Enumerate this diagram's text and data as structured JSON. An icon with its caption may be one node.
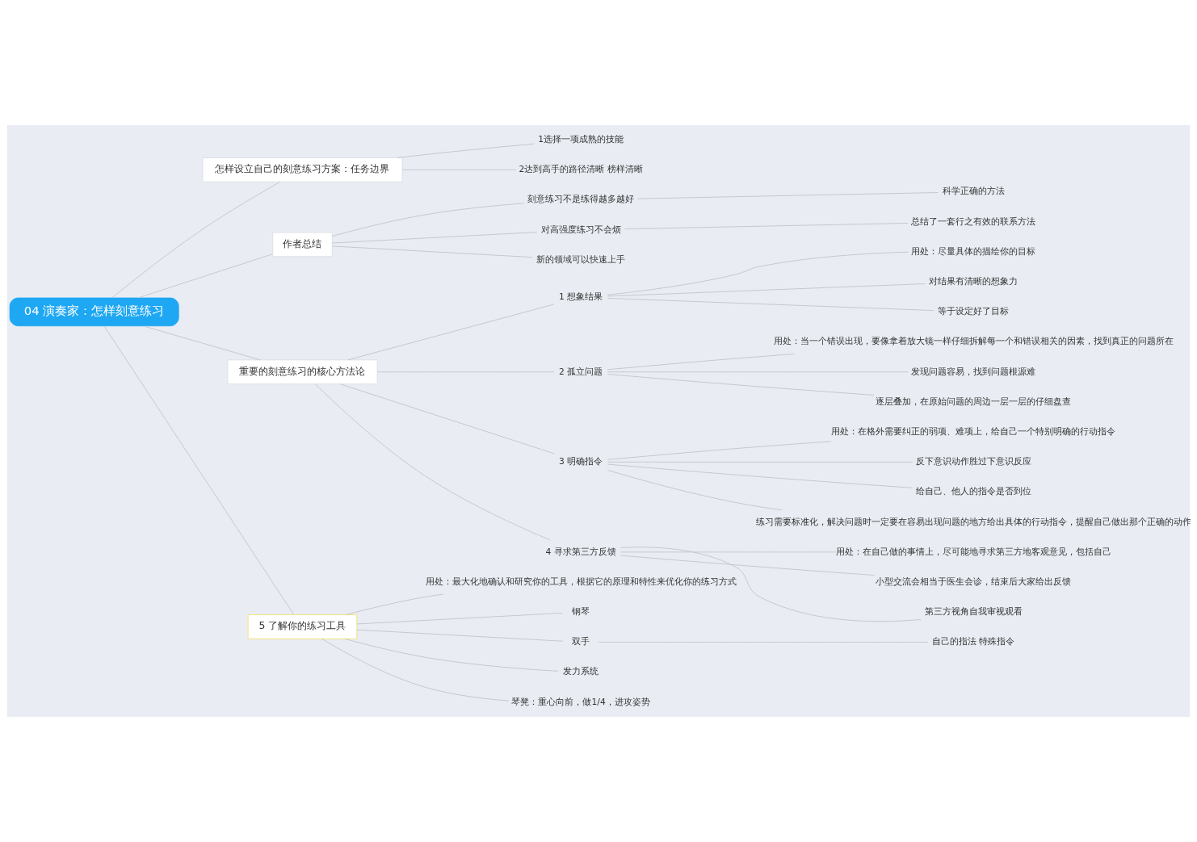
{
  "diagram": {
    "nodes": [
      {
        "text": [
          "04 演奏家：怎样刻意练习"
        ]
      },
      {
        "text": [
          "怎样设立自己的刻意练习方案：任务边界"
        ]
      },
      {
        "text": [
          "1选择一项成熟的技能"
        ]
      },
      {
        "text": [
          "2达到高手的路径清晰 榜样清晰"
        ]
      },
      {
        "text": [
          "作者总结"
        ]
      },
      {
        "text": [
          "刻意练习不是练得越多越好"
        ]
      },
      {
        "text": [
          "科学正确的方法"
        ]
      },
      {
        "text": [
          "对高强度练习不会烦"
        ]
      },
      {
        "text": [
          "总结了一套行之有效的联系方法"
        ]
      },
      {
        "text": [
          "新的领域可以快速上手"
        ]
      },
      {
        "text": [
          "重要的刻意练习的核心方法论"
        ]
      },
      {
        "text": [
          "1 想象结果"
        ]
      },
      {
        "text": [
          "用处：尽量具体的描绘你的目标"
        ]
      },
      {
        "text": [
          "对结果有清晰的想象力"
        ]
      },
      {
        "text": [
          "等于设定好了目标"
        ]
      },
      {
        "text": [
          "2 孤立问题"
        ]
      },
      {
        "text": [
          "用处：当一个错误出现，要像拿着放大镜一样仔细拆解每一个和错误相关的因素，找到真正的问题所在"
        ]
      },
      {
        "text": [
          "发现问题容易，找到问题根源难"
        ]
      },
      {
        "text": [
          "逐层叠加，在原始问题的周边一层一层的仔细盘查"
        ]
      },
      {
        "text": [
          "3 明确指令"
        ]
      },
      {
        "text": [
          "用处：在格外需要纠正的弱项、难项上，给自己一个特别明确的行动指令"
        ]
      },
      {
        "text": [
          "反下意识动作胜过下意识反应"
        ]
      },
      {
        "text": [
          "给自己、他人的指令是否到位"
        ]
      },
      {
        "text": [
          "练习需要标准化，解决问题时一定要在容易出现问题的地方给出具体的行动指令，提醒自己做出那个正确的动作"
        ]
      },
      {
        "text": [
          "4 寻求第三方反馈"
        ]
      },
      {
        "text": [
          "用处：在自己做的事情上，尽可能地寻求第三方地客观意见，包括自己"
        ]
      },
      {
        "text": [
          "小型交流会相当于医生会诊，结束后大家给出反馈"
        ]
      },
      {
        "text": [
          "第三方视角自我审视观看"
        ]
      },
      {
        "text": [
          "5 了解你的练习工具"
        ]
      },
      {
        "text": [
          "用处：最大化地确认和研究你的工具，根据它的原理和特性来优化你的练习方式"
        ]
      },
      {
        "text": [
          "钢琴"
        ]
      },
      {
        "text": [
          "双手"
        ]
      },
      {
        "text": [
          "自己的指法 特殊指令"
        ]
      },
      {
        "text": [
          "发力系统"
        ]
      },
      {
        "text": [
          "琴凳：重心向前，做1/4，进攻姿势"
        ]
      }
    ],
    "edges": [
      {
        "from": 0,
        "to": 1,
        "arrow": "none"
      },
      {
        "from": 1,
        "to": 2,
        "arrow": "none"
      },
      {
        "from": 1,
        "to": 3,
        "arrow": "none"
      },
      {
        "from": 0,
        "to": 4,
        "arrow": "none"
      },
      {
        "from": 4,
        "to": 5,
        "arrow": "none"
      },
      {
        "from": 5,
        "to": 6,
        "arrow": "none"
      },
      {
        "from": 4,
        "to": 7,
        "arrow": "none"
      },
      {
        "from": 7,
        "to": 8,
        "arrow": "none"
      },
      {
        "from": 4,
        "to": 9,
        "arrow": "none"
      },
      {
        "from": 0,
        "to": 10,
        "arrow": "none"
      },
      {
        "from": 10,
        "to": 11,
        "arrow": "none"
      },
      {
        "from": 11,
        "to": 12,
        "arrow": "none"
      },
      {
        "from": 11,
        "to": 13,
        "arrow": "none"
      },
      {
        "from": 11,
        "to": 14,
        "arrow": "none"
      },
      {
        "from": 10,
        "to": 15,
        "arrow": "none"
      },
      {
        "from": 15,
        "to": 16,
        "arrow": "none"
      },
      {
        "from": 15,
        "to": 17,
        "arrow": "none"
      },
      {
        "from": 15,
        "to": 18,
        "arrow": "none"
      },
      {
        "from": 10,
        "to": 19,
        "arrow": "none"
      },
      {
        "from": 19,
        "to": 20,
        "arrow": "none"
      },
      {
        "from": 19,
        "to": 21,
        "arrow": "none"
      },
      {
        "from": 19,
        "to": 22,
        "arrow": "none"
      },
      {
        "from": 19,
        "to": 23,
        "arrow": "none"
      },
      {
        "from": 10,
        "to": 24,
        "arrow": "none"
      },
      {
        "from": 24,
        "to": 25,
        "arrow": "none"
      },
      {
        "from": 24,
        "to": 26,
        "arrow": "none"
      },
      {
        "from": 24,
        "to": 27,
        "arrow": "none"
      },
      {
        "from": 0,
        "to": 28,
        "arrow": "none"
      },
      {
        "from": 28,
        "to": 29,
        "arrow": "none"
      },
      {
        "from": 28,
        "to": 30,
        "arrow": "none"
      },
      {
        "from": 28,
        "to": 31,
        "arrow": "none"
      },
      {
        "from": 31,
        "to": 32,
        "arrow": "none"
      },
      {
        "from": 28,
        "to": 33,
        "arrow": "none"
      },
      {
        "from": 28,
        "to": 34,
        "arrow": "none"
      }
    ]
  }
}
